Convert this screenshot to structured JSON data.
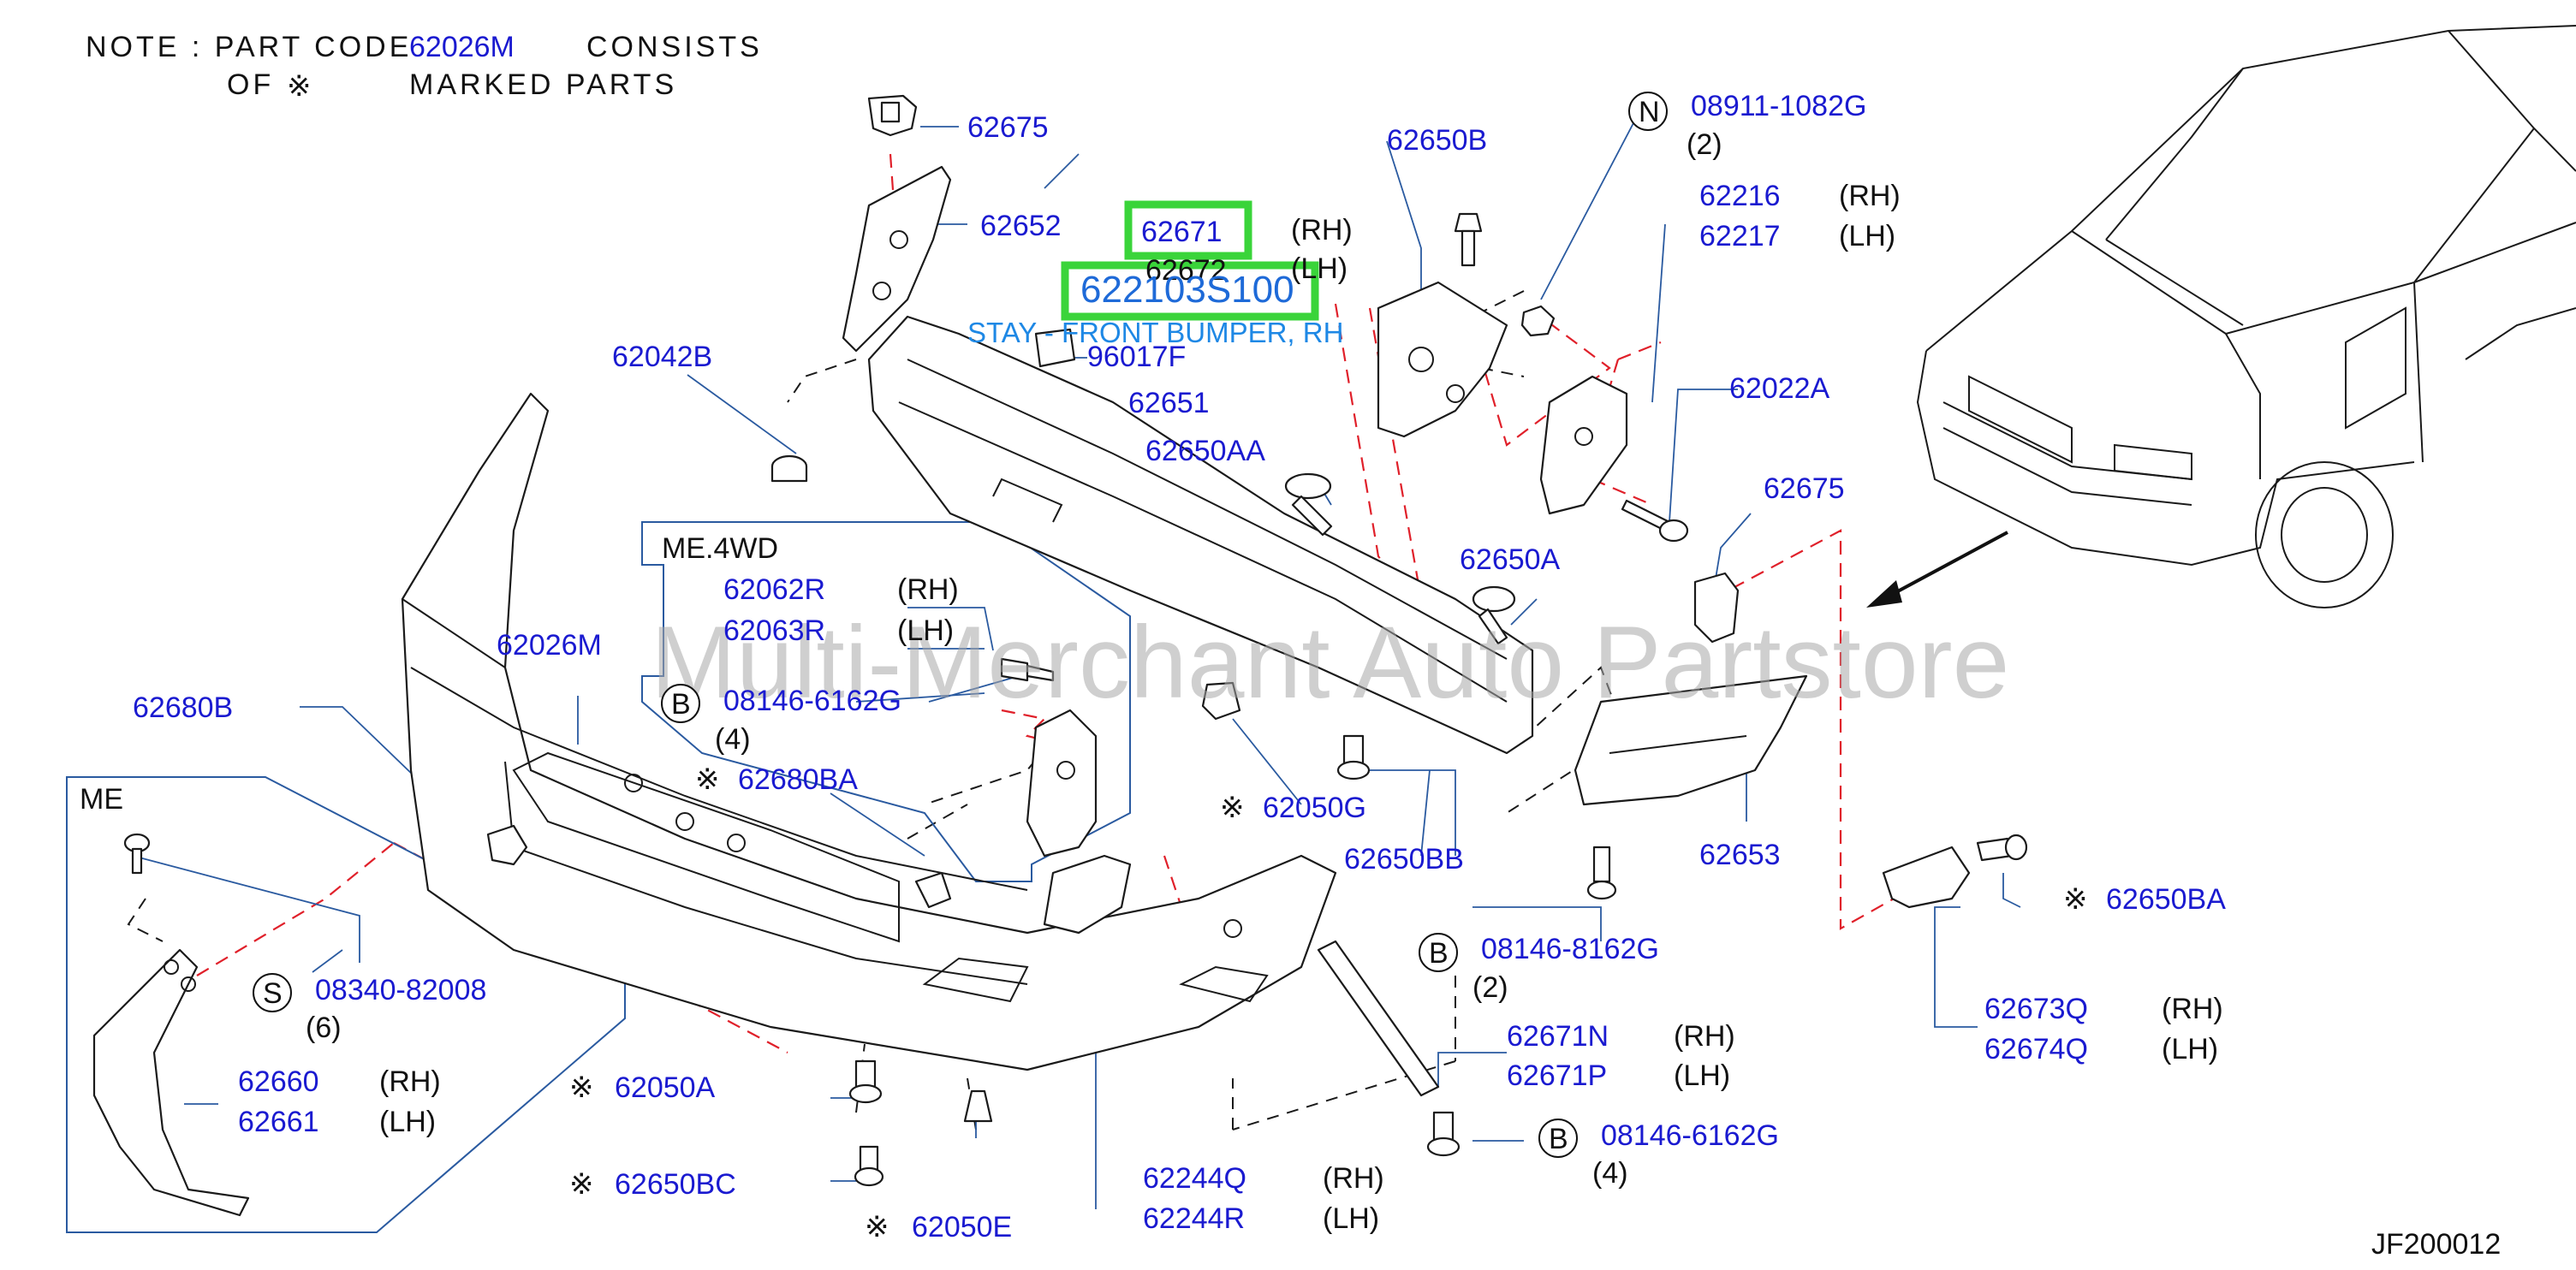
{
  "note": {
    "line1_prefix": "NOTE : PART CODE",
    "line1_code": "62026M",
    "line1_suffix": "CONSISTS",
    "line2_prefix": "OF",
    "line2_suffix": "MARKED PARTS",
    "mark_symbol": "※"
  },
  "watermark": "Multi-Merchant Auto Partstore",
  "diagram_id": "JF200012",
  "highlight": {
    "part": "62671",
    "selected_code": "622103S100",
    "selected_desc": "STAY - FRONT BUMPER, RH"
  },
  "sections": {
    "me4wd": "ME.4WD",
    "me": "ME"
  },
  "circle_letters": {
    "n": "N",
    "b": "B",
    "s": "S"
  },
  "labels": {
    "p62675_top": "62675",
    "p62652": "62652",
    "p62671": "62671",
    "p62671_side": "(RH)",
    "p62672": "62672",
    "p62672_side": "(LH)",
    "p96017f": "96017F",
    "p62042b": "62042B",
    "p62651": "62651",
    "p62650aa": "62650AA",
    "p62650b": "62650B",
    "p08911": "08911-1082G",
    "p08911_qty": "(2)",
    "p62216": "62216",
    "p62216_side": "(RH)",
    "p62217": "62217",
    "p62217_side": "(LH)",
    "p62022a": "62022A",
    "p62675_right": "62675",
    "p62650a": "62650A",
    "p62062r": "62062R",
    "p62062r_side": "(RH)",
    "p62063r": "62063R",
    "p62063r_side": "(LH)",
    "p08146_a": "08146-6162G",
    "p08146_a_qty": "(4)",
    "p62026m": "62026M",
    "p62680b": "62680B",
    "p62680ba": "62680BA",
    "p62050g": "62050G",
    "p62650bb": "62650BB",
    "p62653": "62653",
    "p62650ba": "62650BA",
    "p08146_8162": "08146-8162G",
    "p08146_8162_qty": "(2)",
    "p62673q": "62673Q",
    "p62673q_side": "(RH)",
    "p62674q": "62674Q",
    "p62674q_side": "(LH)",
    "p62671n": "62671N",
    "p62671n_side": "(RH)",
    "p62671p": "62671P",
    "p62671p_side": "(LH)",
    "p08146_b": "08146-6162G",
    "p08146_b_qty": "(4)",
    "p08340": "08340-82008",
    "p08340_qty": "(6)",
    "p62660": "62660",
    "p62660_side": "(RH)",
    "p62661": "62661",
    "p62661_side": "(LH)",
    "p62050a": "62050A",
    "p62650bc": "62650BC",
    "p62050e": "62050E",
    "p62244q": "62244Q",
    "p62244q_side": "(RH)",
    "p62244r": "62244R",
    "p62244r_side": "(LH)"
  },
  "colors": {
    "part_number": "#1a1ad0",
    "highlight_box": "#3ad43a",
    "red_dashed_line": "#e0202a",
    "leader_line": "#2a5aa0",
    "selected_text": "#1e88e5"
  }
}
